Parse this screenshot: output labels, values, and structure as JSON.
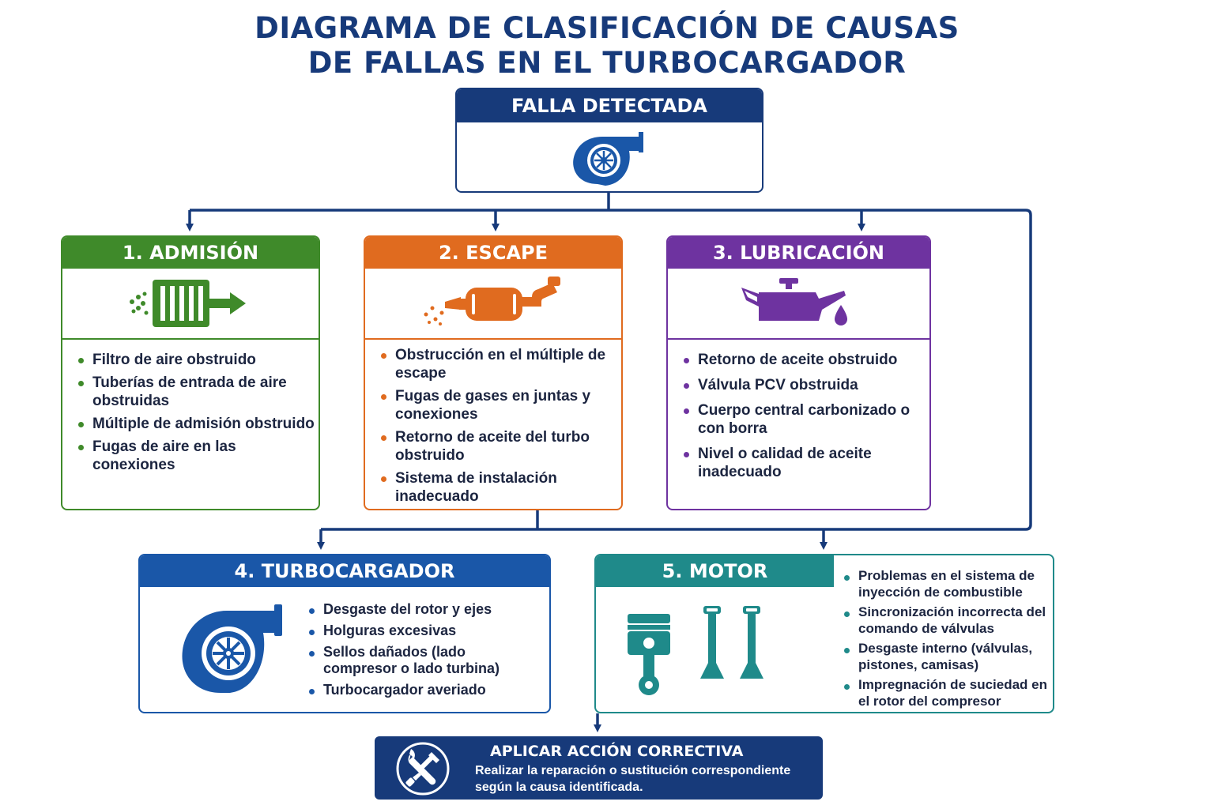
{
  "title": {
    "line1": "DIAGRAMA DE CLASIFICACIÓN DE CAUSAS",
    "line2": "DE FALLAS EN EL TURBOCARGADOR"
  },
  "start": {
    "label": "FALLA DETECTADA",
    "icon": "turbocharger-icon"
  },
  "categories": [
    {
      "title": "1. ADMISIÓN",
      "color": "#3f8a2a",
      "icon": "air-filter-icon",
      "items": [
        "Filtro de aire obstruido",
        "Tuberías de entrada de aire obstruidas",
        "Múltiple de admisión obstruido",
        "Fugas de aire en las conexiones"
      ]
    },
    {
      "title": "2. ESCAPE",
      "color": "#e06b1f",
      "icon": "exhaust-muffler-icon",
      "items": [
        "Obstrucción en el múltiple de escape",
        "Fugas de gases en juntas y conexiones",
        "Retorno de aceite del turbo obstruido",
        "Sistema de instalación inadecuado"
      ]
    },
    {
      "title": "3. LUBRICACIÓN",
      "color": "#6e33a0",
      "icon": "oil-can-icon",
      "items": [
        "Retorno de aceite obstruido",
        "Válvula PCV obstruida",
        "Cuerpo central carbonizado o con borra",
        "Nivel o calidad de aceite inadecuado"
      ]
    },
    {
      "title": "4. TURBOCARGADOR",
      "color": "#1a57a8",
      "icon": "turbocharger-icon",
      "items": [
        "Desgaste del rotor y ejes",
        "Holguras excesivas",
        "Sellos dañados (lado compresor o lado turbina)",
        "Turbocargador averiado"
      ]
    },
    {
      "title": "5. MOTOR",
      "color": "#1f8a8a",
      "icon": "piston-valves-icon",
      "items": [
        "Problemas en el sistema de inyección de combustible",
        "Sincronización incorrecta del comando de válvulas",
        "Desgaste interno (válvulas, pistones, camisas)",
        "Impregnación de suciedad en el rotor del compresor"
      ]
    }
  ],
  "action": {
    "title": "APLICAR ACCIÓN CORRECTIVA",
    "text_line1": "Realizar la reparación o sustitución correspondiente",
    "text_line2": "según la causa identificada.",
    "icon": "wrench-screwdriver-icon",
    "color": "#173a7a"
  }
}
